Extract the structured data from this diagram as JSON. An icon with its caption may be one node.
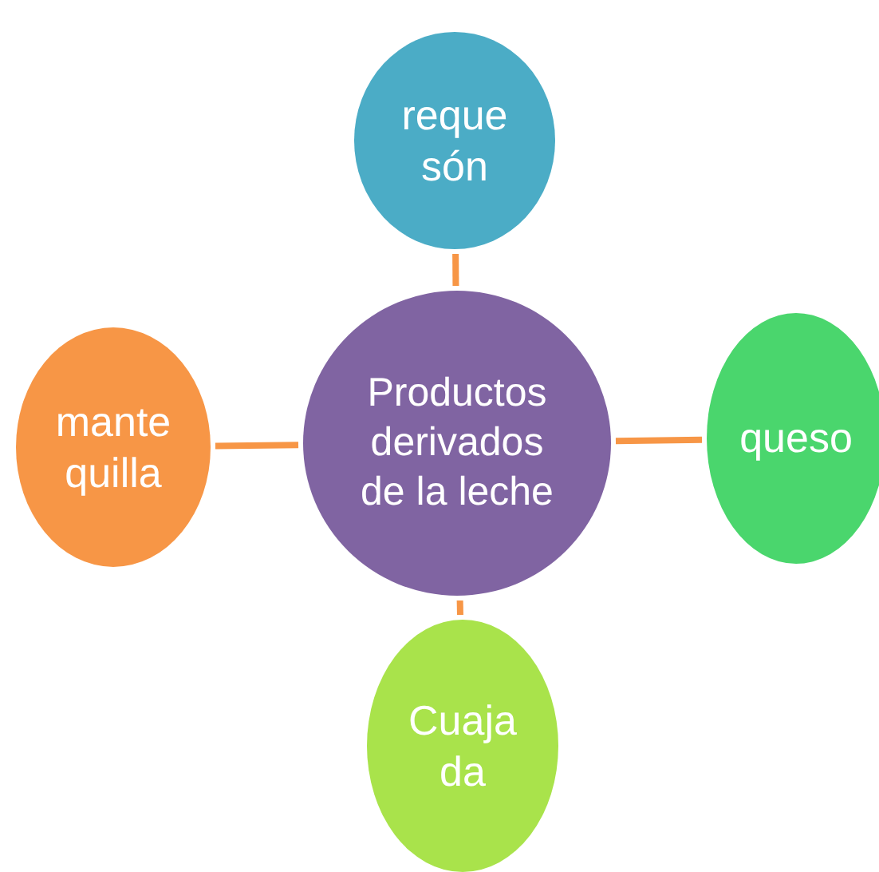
{
  "diagram": {
    "nodes": [
      {
        "text": [
          "Productos derivados de la leche"
        ]
      },
      {
        "text": [
          "reque són"
        ]
      },
      {
        "text": [
          "queso"
        ]
      },
      {
        "text": [
          "Cuaja da"
        ]
      },
      {
        "text": [
          "mante quilla"
        ]
      }
    ],
    "edges": [
      {
        "from": 0,
        "to": 1,
        "arrow": "none"
      },
      {
        "from": 0,
        "to": 2,
        "arrow": "none"
      },
      {
        "from": 0,
        "to": 3,
        "arrow": "none"
      },
      {
        "from": 0,
        "to": 4,
        "arrow": "none"
      }
    ]
  }
}
